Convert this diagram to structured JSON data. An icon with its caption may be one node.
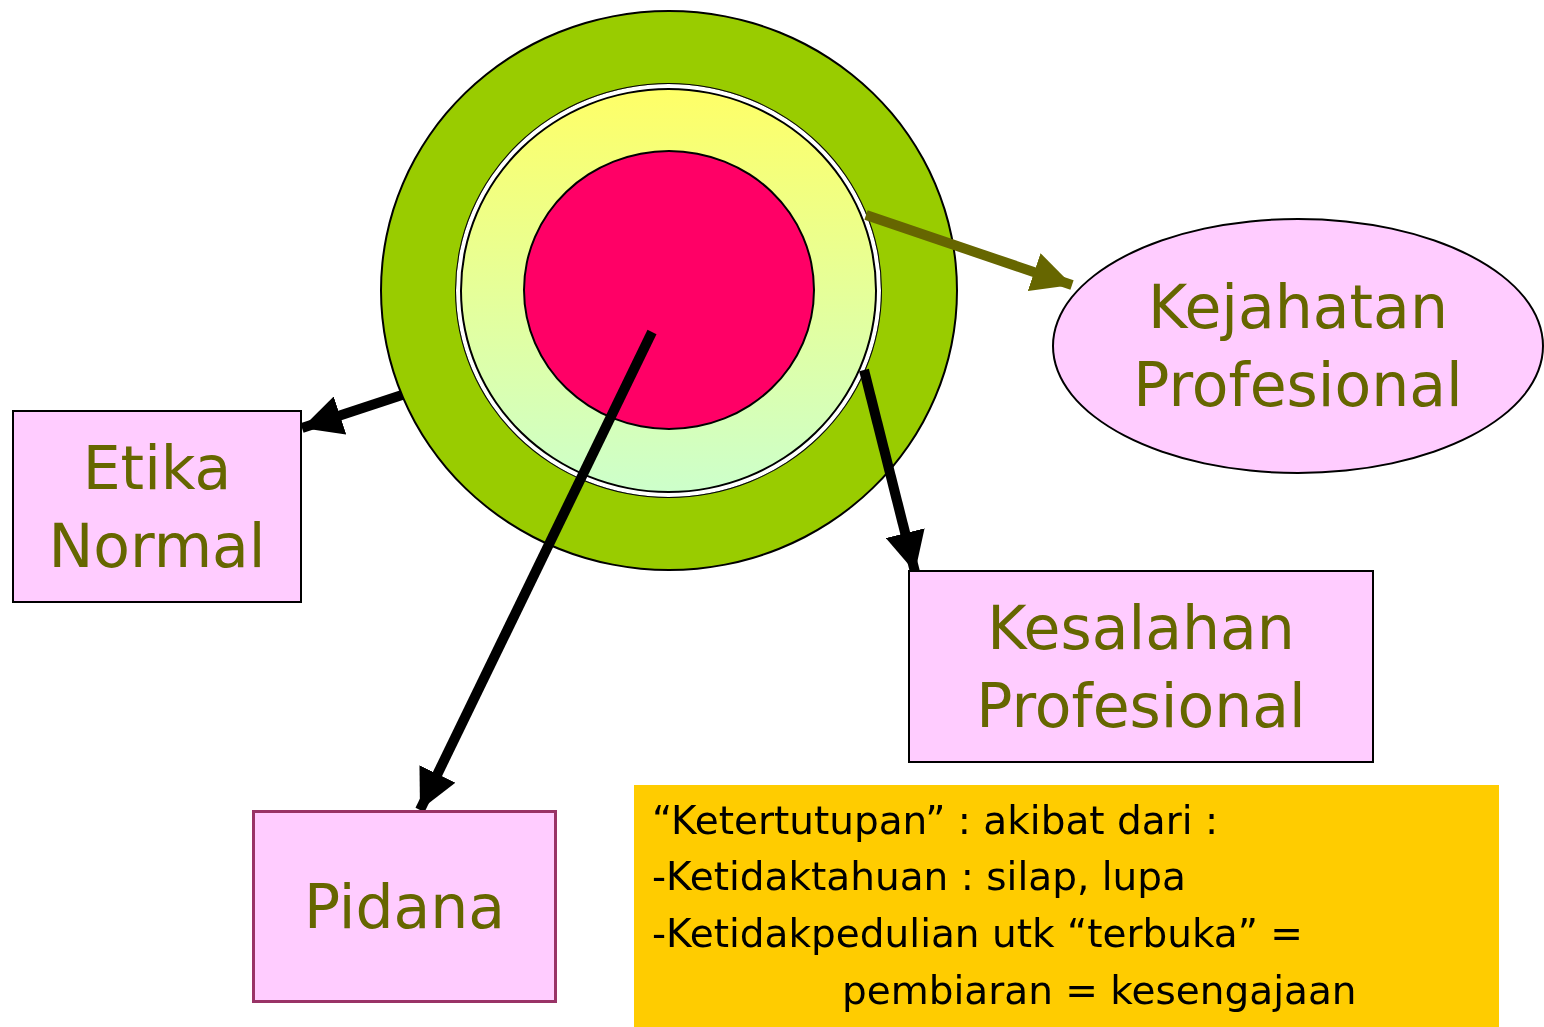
{
  "diagram": {
    "nodes": [
      {
        "text": [],
        "shape": "circle"
      },
      {
        "text": [],
        "shape": "circle",
        "in": 0
      },
      {
        "text": [],
        "shape": "circle",
        "in": 1
      },
      {
        "text": [
          "Kejahatan Profesional"
        ]
      },
      {
        "text": [
          "Etika Normal"
        ]
      },
      {
        "text": [
          "Kesalahan Profesional"
        ]
      },
      {
        "text": [
          "Pidana"
        ]
      },
      {
        "text": [
          "“Ketertutupan” : akibat dari :",
          "-Ketidaktahuan : silap, lupa",
          "-Ketidakpedulian utk “terbuka” = pembiaran = kesengajaan"
        ]
      }
    ],
    "edges": [
      {
        "from": 1,
        "to": 3,
        "arrow": "to",
        "color": "#666600"
      },
      {
        "from": 0,
        "to": 4,
        "arrow": "to"
      },
      {
        "from": 1,
        "to": 5,
        "arrow": "to"
      },
      {
        "from": 2,
        "to": 6,
        "arrow": "to"
      }
    ]
  }
}
